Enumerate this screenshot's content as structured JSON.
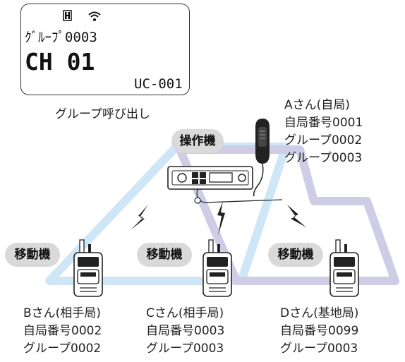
{
  "lcd": {
    "status_icons": [
      "h-icon",
      "wifi-icon"
    ],
    "line1": "ｸﾞﾙｰﾌﾟ0003",
    "line2": "CH 01",
    "line3": "UC-001"
  },
  "caption": "グループ呼び出し",
  "colors": {
    "ring_blue": "#cfe6f6",
    "ring_purple": "#cfcde6",
    "pill_bg": "#d9d9d9"
  },
  "base": {
    "pill": "操作機",
    "name": "Aさん(自局)",
    "id": "自局番号0001",
    "groups": [
      "グループ0002",
      "グループ0003"
    ]
  },
  "handhelds": [
    {
      "pill": "移動機",
      "name": "Bさん(相手局)",
      "id": "自局番号0002",
      "group": "グループ0002"
    },
    {
      "pill": "移動機",
      "name": "Cさん(相手局)",
      "id": "自局番号0003",
      "group": "グループ0003"
    },
    {
      "pill": "移動機",
      "name": "Dさん(基地局)",
      "id": "自局番号0099",
      "group": "グループ0003"
    }
  ]
}
